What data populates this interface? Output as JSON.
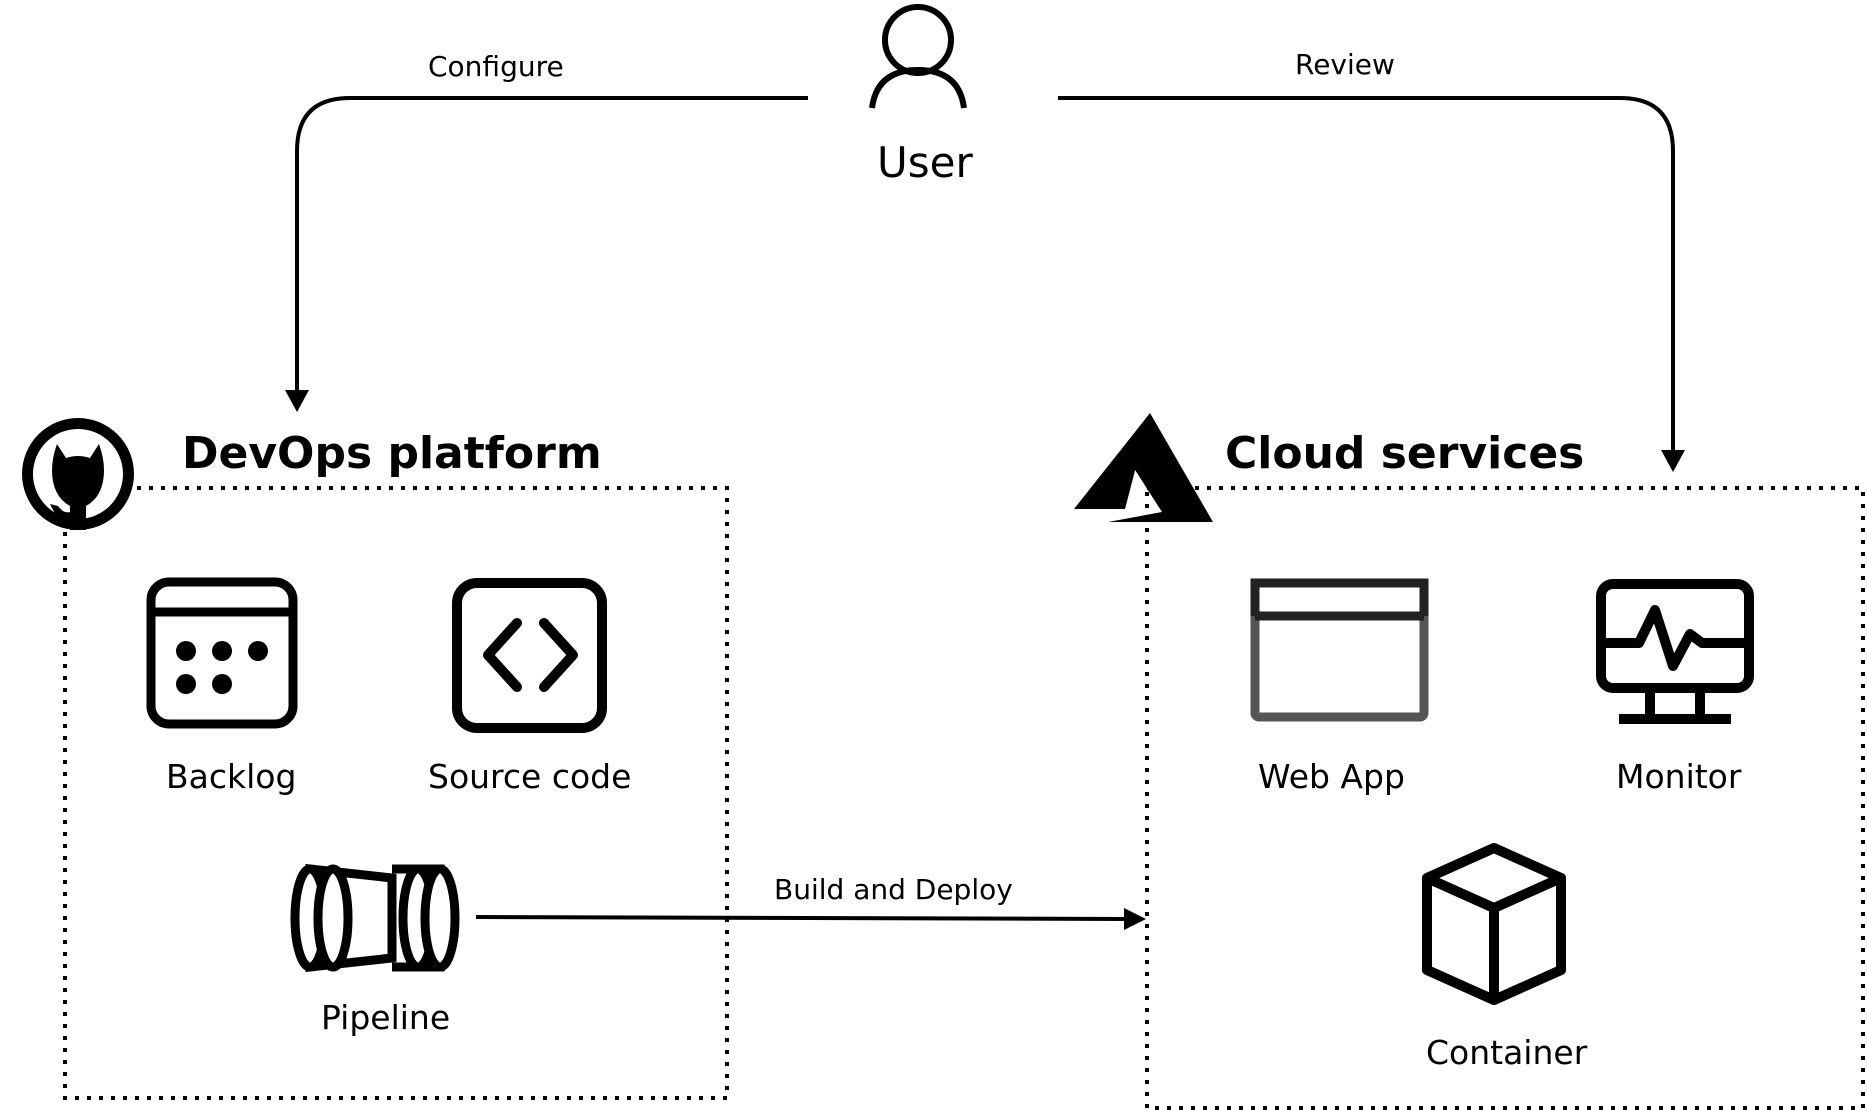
{
  "user": {
    "label": "User",
    "icon": "user-icon"
  },
  "edges": {
    "configure": "Configure",
    "review": "Review",
    "build_deploy": "Build and Deploy"
  },
  "devops": {
    "title": "DevOps platform",
    "logo": "github-icon",
    "nodes": {
      "backlog": {
        "label": "Backlog",
        "icon": "calendar-icon"
      },
      "source_code": {
        "label": "Source code",
        "icon": "code-icon"
      },
      "pipeline": {
        "label": "Pipeline",
        "icon": "pipeline-icon"
      }
    }
  },
  "cloud": {
    "title": "Cloud services",
    "logo": "azure-icon",
    "nodes": {
      "web_app": {
        "label": "Web App",
        "icon": "browser-window-icon"
      },
      "monitor": {
        "label": "Monitor",
        "icon": "monitor-icon"
      },
      "container": {
        "label": "Container",
        "icon": "cube-icon"
      }
    }
  },
  "colors": {
    "stroke": "#000000",
    "background": "#ffffff",
    "webapp_icon": "#555555"
  }
}
